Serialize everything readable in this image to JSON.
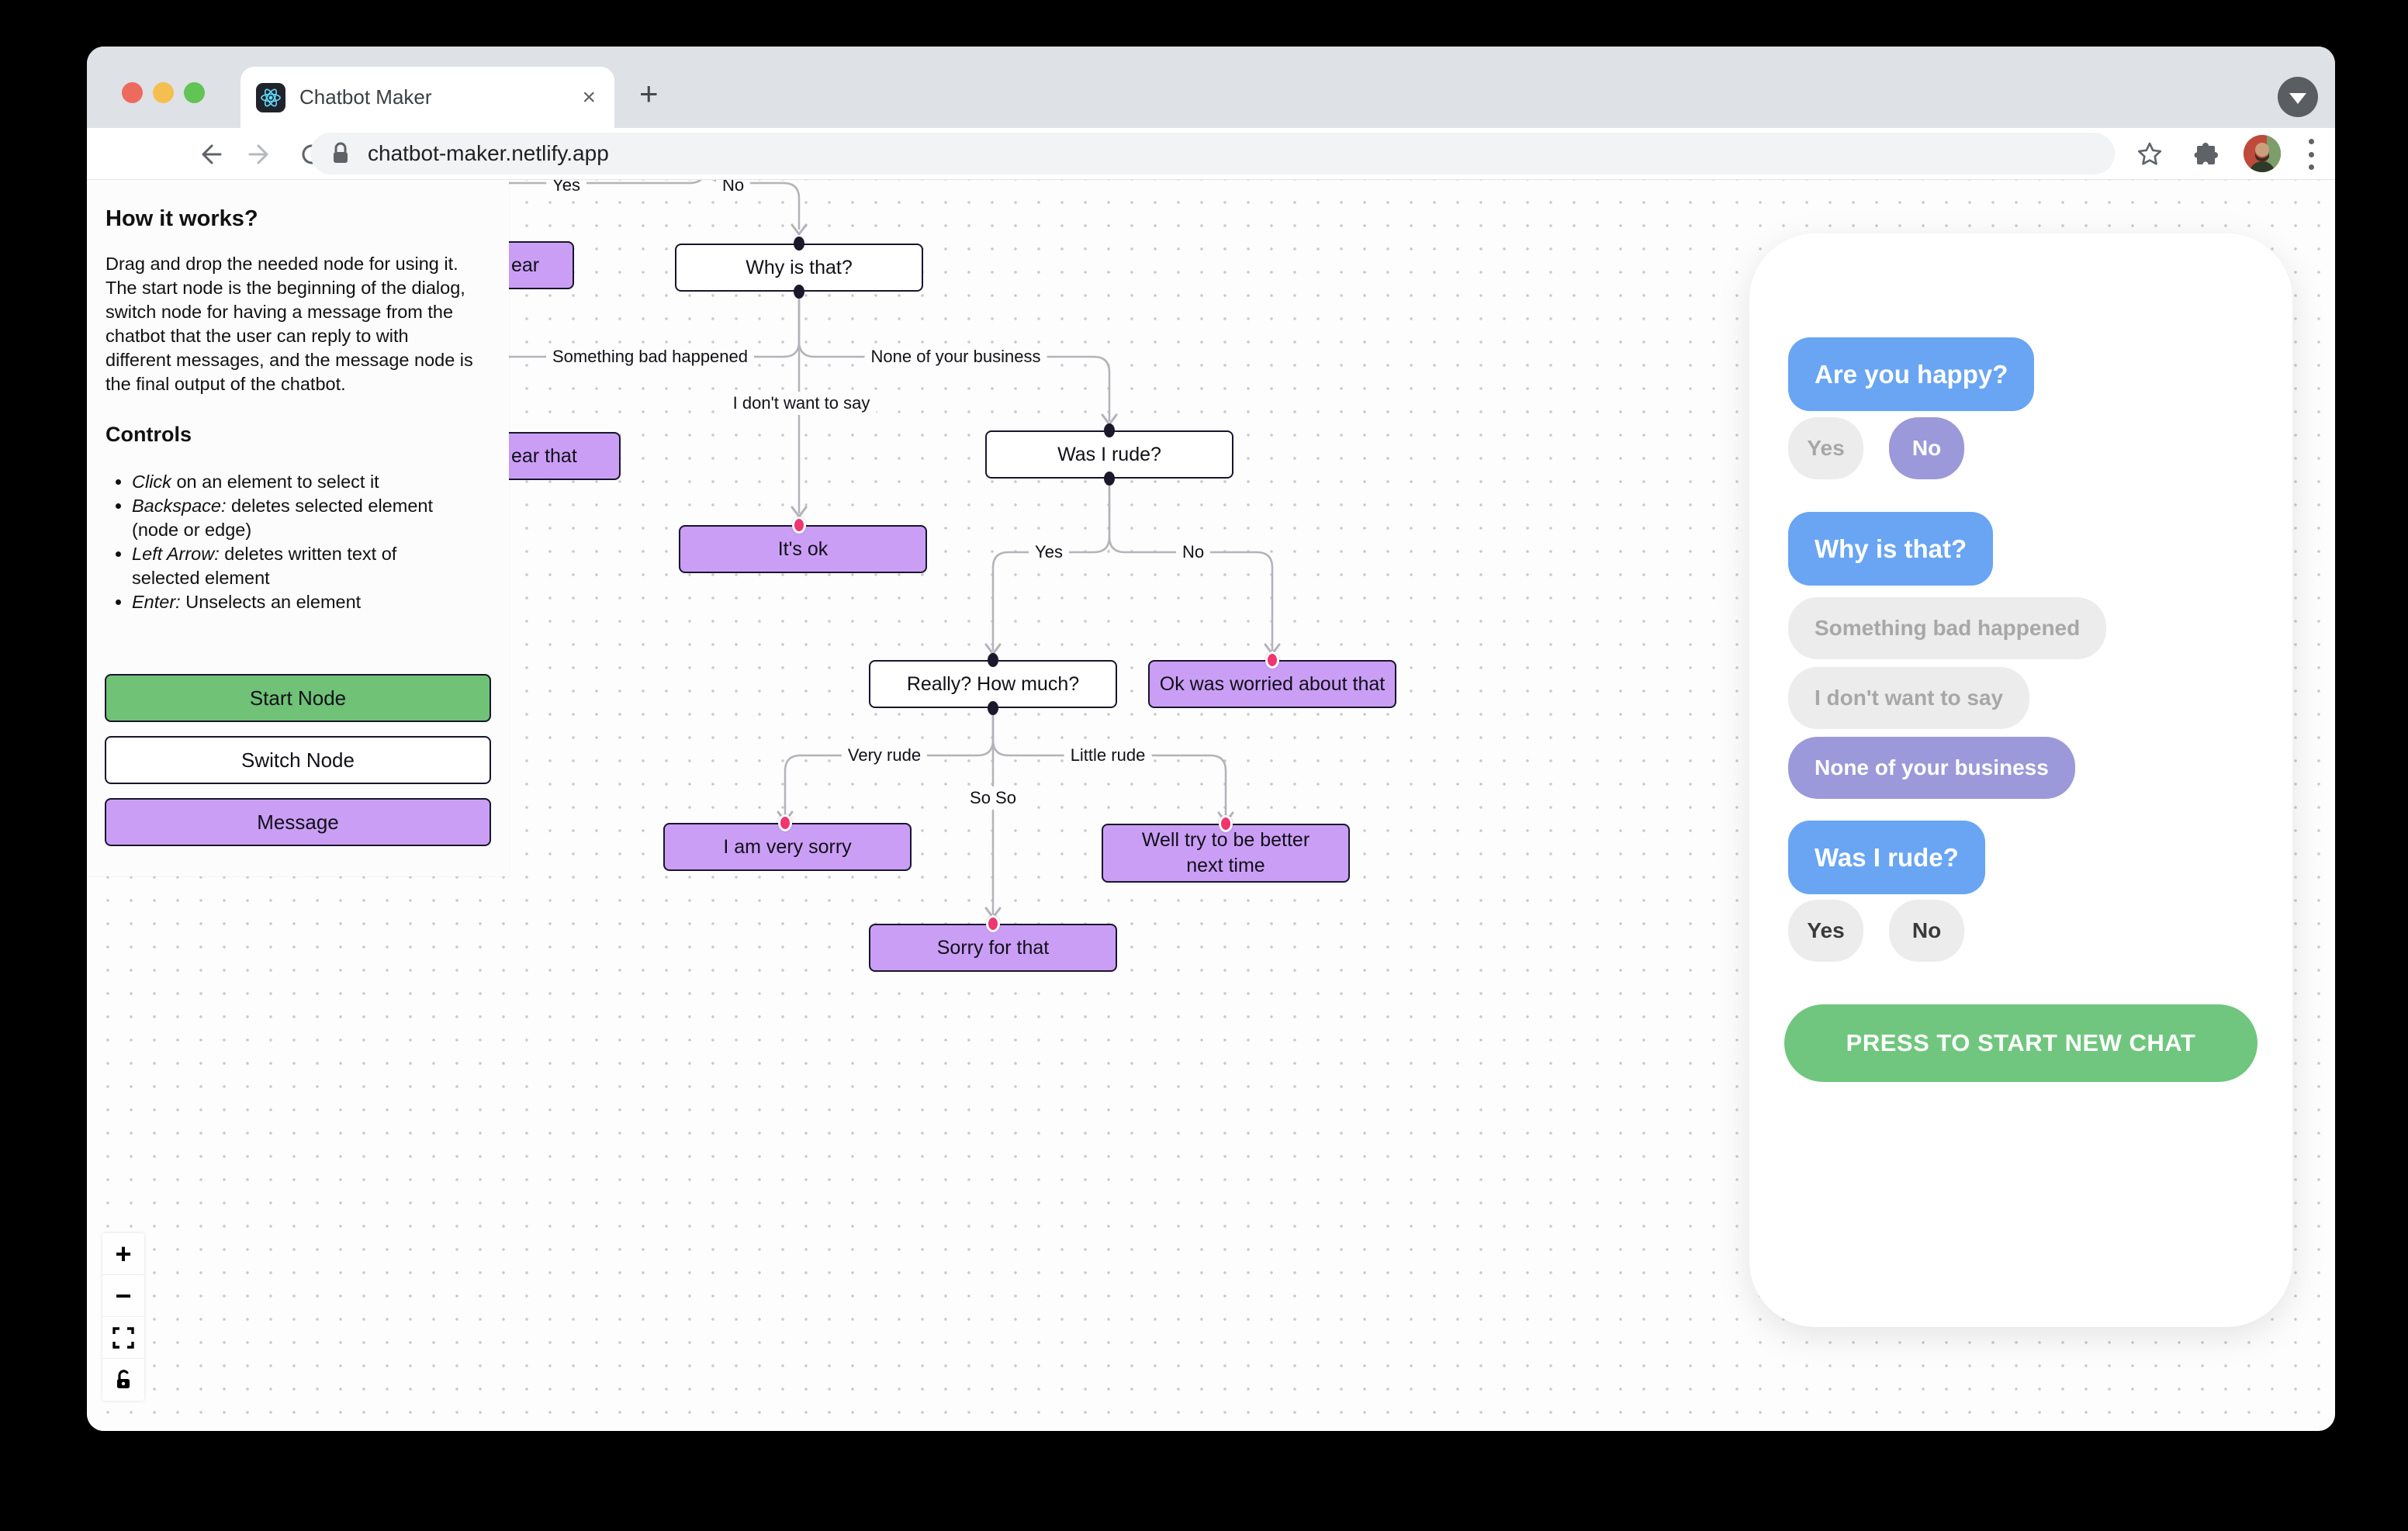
{
  "browser": {
    "tab_title": "Chatbot Maker",
    "url": "chatbot-maker.netlify.app"
  },
  "sidebar": {
    "how_title": "How it works?",
    "how_text": "Drag and drop the needed node for using it. The start node is the beginning of the dialog, switch node for having a message from the chatbot that the user can reply to with different messages, and the message node is the final output of the chatbot.",
    "controls_title": "Controls",
    "controls": [
      {
        "lead": "Click",
        "rest": " on an element to select it"
      },
      {
        "lead": "Backspace:",
        "rest": " deletes selected element (node or edge)"
      },
      {
        "lead": "Left Arrow:",
        "rest": " deletes written text of selected element"
      },
      {
        "lead": "Enter:",
        "rest": " Unselects an element"
      }
    ],
    "buttons": [
      {
        "label": "Start Node"
      },
      {
        "label": "Switch Node"
      },
      {
        "label": "Message"
      }
    ]
  },
  "flow": {
    "nodes": [
      {
        "label": "ear",
        "type": "message-fragment"
      },
      {
        "label": "Why is that?",
        "type": "switch"
      },
      {
        "label": "ear that",
        "type": "message-fragment"
      },
      {
        "label": "Was I rude?",
        "type": "switch"
      },
      {
        "label": "It's ok",
        "type": "message"
      },
      {
        "label": "Really? How much?",
        "type": "switch"
      },
      {
        "label": "Ok was worried about that",
        "type": "message"
      },
      {
        "label": "I am very sorry",
        "type": "message"
      },
      {
        "label": "Well try to be better next time",
        "type": "message"
      },
      {
        "label": "Sorry for that",
        "type": "message"
      }
    ],
    "edge_labels": [
      "Yes",
      "No",
      "Something bad happened",
      "None of your business",
      "I don't want to say",
      "Yes",
      "No",
      "Very rude",
      "So So",
      "Little rude"
    ]
  },
  "zoom_controls": {
    "zoom_in": "+",
    "zoom_out": "−"
  },
  "chat": {
    "items": [
      {
        "text": "Are you happy?"
      },
      {
        "text": "Yes"
      },
      {
        "text": "No"
      },
      {
        "text": "Why is that?"
      },
      {
        "text": "Something bad happened"
      },
      {
        "text": "I don't want to say"
      },
      {
        "text": "None of your business"
      },
      {
        "text": "Was I rude?"
      },
      {
        "text": "Yes"
      },
      {
        "text": "No"
      }
    ],
    "new_chat_label": "PRESS TO START NEW CHAT"
  },
  "colors": {
    "canvas_dot": "#c9c9c9",
    "node_border": "#17162b",
    "node_purple": "#cb9ef6",
    "start_green": "#6fc276",
    "edge_gray": "#b3b3b9",
    "handle_dark": "#1a192b",
    "handle_pink": "#ef3670",
    "chat_blue": "#69a5f3",
    "chat_purple": "#9b99d9",
    "chat_gray": "#ececec",
    "chat_green": "#70c67e"
  }
}
